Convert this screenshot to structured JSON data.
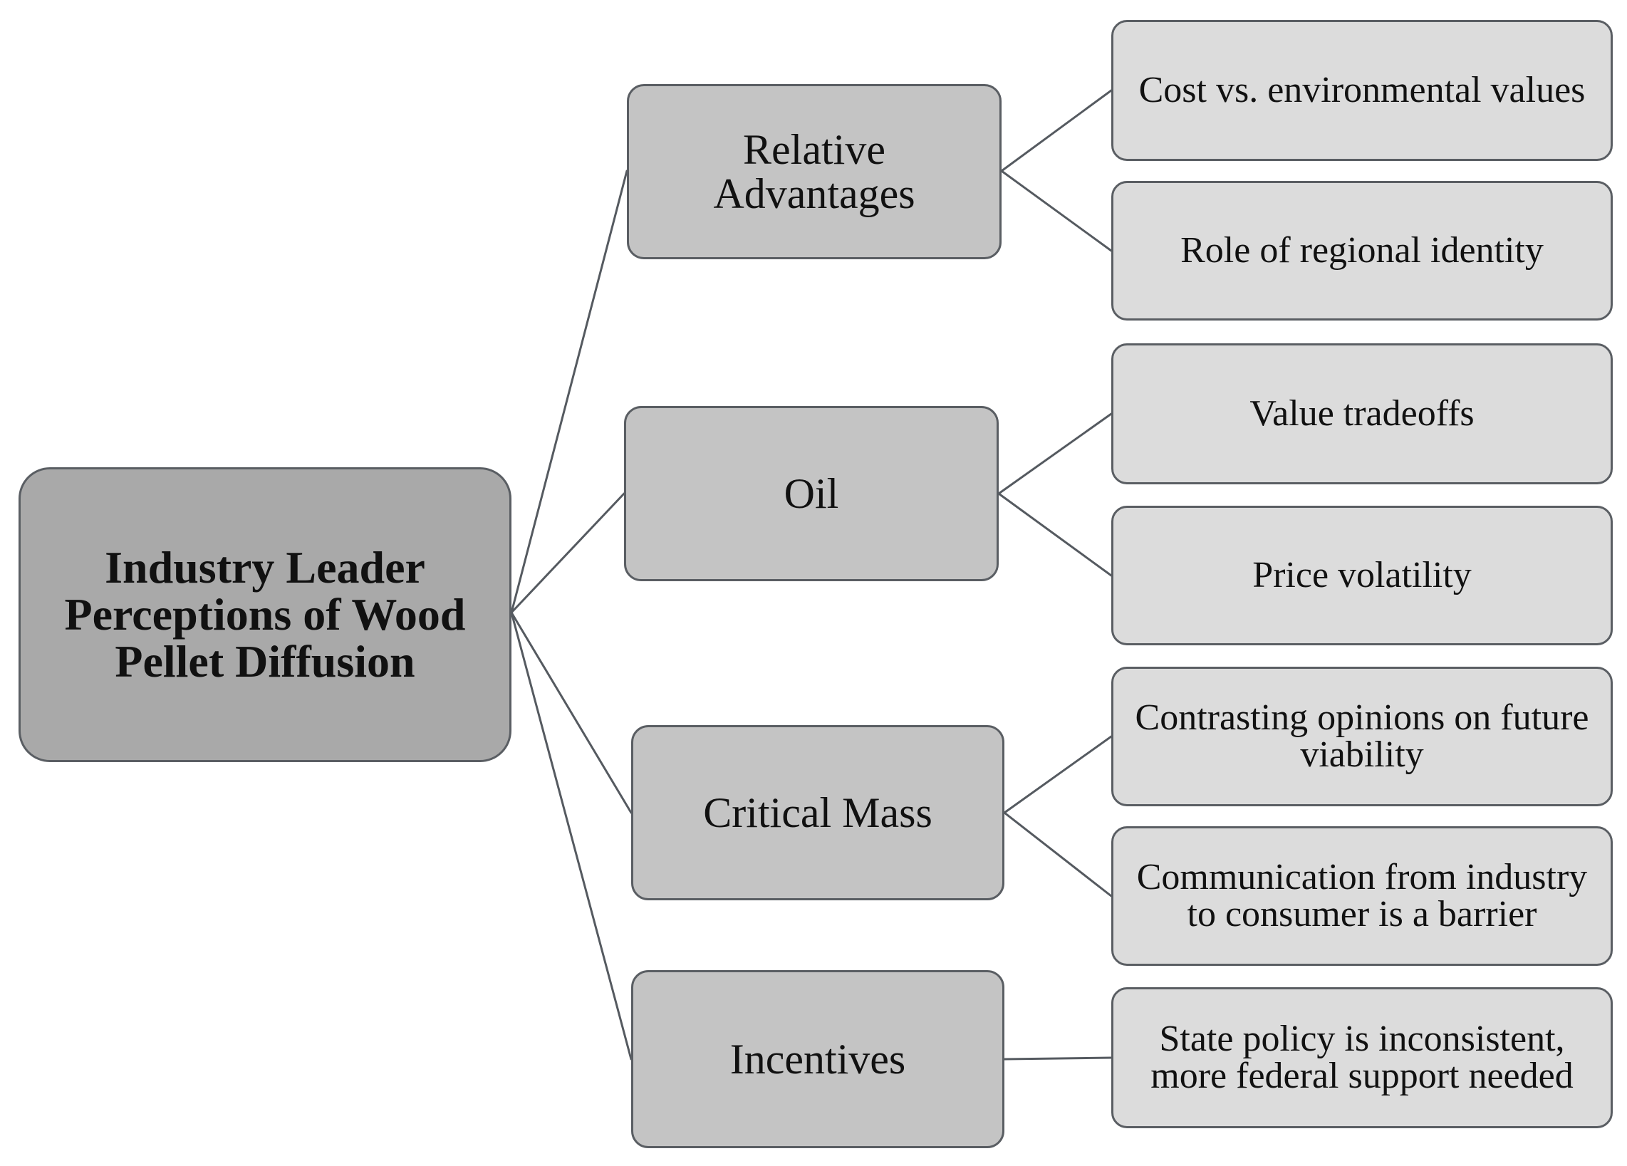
{
  "diagram": {
    "root": {
      "label": "Industry Leader Perceptions of Wood Pellet Diffusion"
    },
    "branches": [
      {
        "label": "Relative Advantages",
        "children": [
          "Cost vs. environmental values",
          "Role of regional identity"
        ]
      },
      {
        "label": "Oil",
        "children": [
          "Value tradeoffs",
          "Price volatility"
        ]
      },
      {
        "label": "Critical Mass",
        "children": [
          "Contrasting opinions on future viability",
          "Communication from industry to consumer is a barrier"
        ]
      },
      {
        "label": "Incentives",
        "children": [
          "State policy is inconsistent, more federal support needed"
        ]
      }
    ]
  },
  "colors": {
    "root_fill": "#a9a9a9",
    "branch_fill": "#c4c4c4",
    "leaf_fill": "#dcdcdc",
    "border": "#5a5e63",
    "connector": "#555a60"
  }
}
